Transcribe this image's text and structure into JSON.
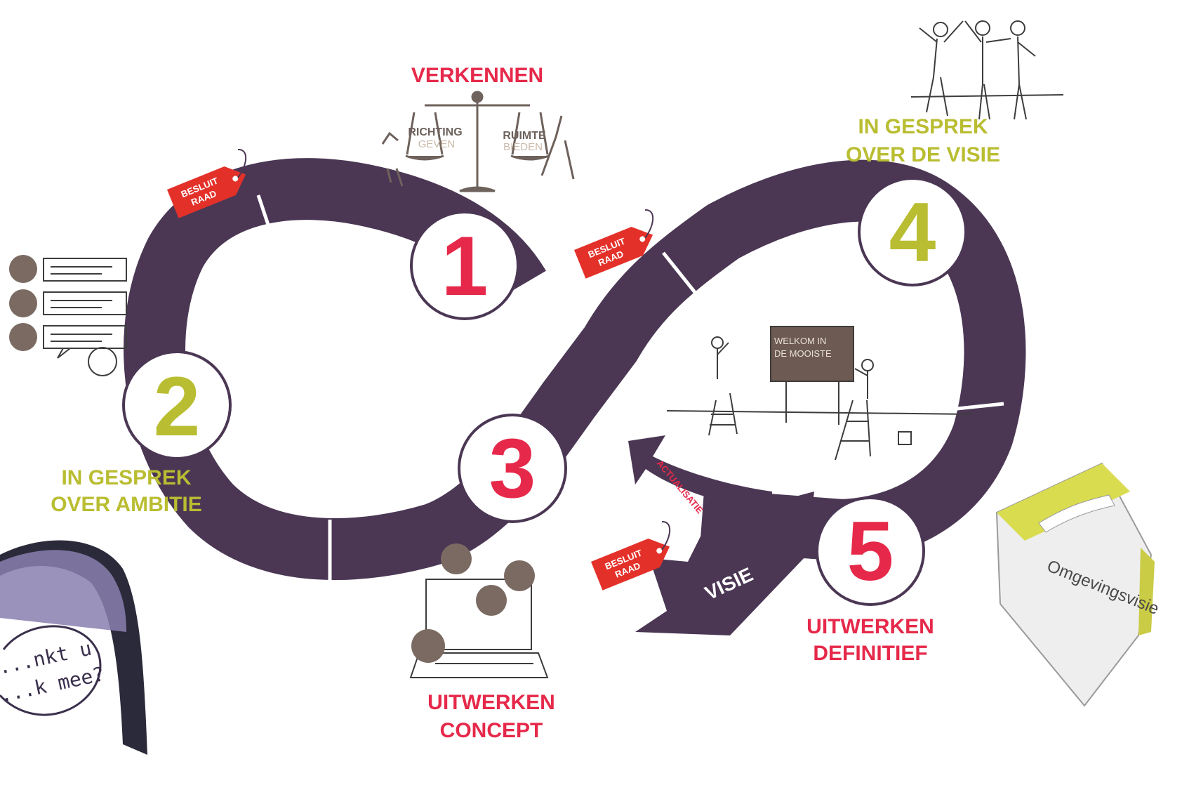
{
  "colors": {
    "track": "#4b3754",
    "red": "#e6294a",
    "olive": "#b9bd31",
    "tag": "#e3312a",
    "sketch": "#7a6a62"
  },
  "steps": [
    {
      "number": "1",
      "lines": [
        "VERKENNEN"
      ],
      "color": "red"
    },
    {
      "number": "2",
      "lines": [
        "IN GESPREK",
        "OVER AMBITIE"
      ],
      "color": "olive"
    },
    {
      "number": "3",
      "lines": [
        "UITWERKEN",
        "CONCEPT"
      ],
      "color": "red"
    },
    {
      "number": "4",
      "lines": [
        "IN GESPREK",
        "OVER DE VISIE"
      ],
      "color": "olive"
    },
    {
      "number": "5",
      "lines": [
        "UITWERKEN",
        "DEFINITIEF"
      ],
      "color": "red"
    }
  ],
  "tag_label": [
    "BESLUIT",
    "RAAD"
  ],
  "arrow_labels": {
    "visie": "VISIE",
    "actualisatie": "ACTUALISATIE"
  },
  "scale_labels": {
    "richting": "RICHTING",
    "geven": "GEVEN",
    "ruimte": "RUIMTE",
    "bieden": "BIEDEN"
  },
  "board_text": [
    "WELKOM IN",
    "DE MOOISTE"
  ],
  "speech_bubble": [
    "...nkt u",
    "...k mee?"
  ],
  "box_text": "Omgevingsvisie",
  "icons": [
    "lightbulb-icon",
    "person-avatar-icon",
    "laptop-icon",
    "price-tag-icon",
    "scale-icon",
    "ladder-icon",
    "gift-box-icon",
    "tent-icon"
  ]
}
